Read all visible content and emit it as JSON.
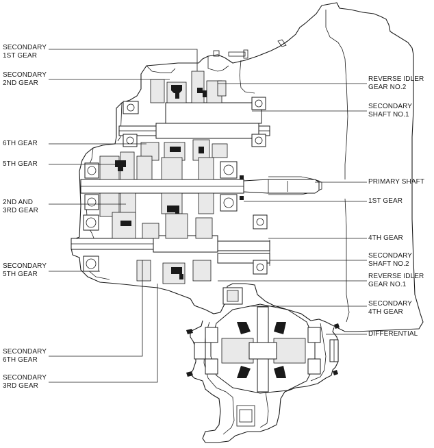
{
  "labels": {
    "secondary_1st_gear": [
      "SECONDARY",
      "1ST GEAR"
    ],
    "secondary_2nd_gear": [
      "SECONDARY",
      "2ND GEAR"
    ],
    "gear_6th": [
      "6TH GEAR"
    ],
    "gear_5th": [
      "5TH GEAR"
    ],
    "gear_2nd_3rd": [
      "2ND AND",
      "3RD GEAR"
    ],
    "secondary_5th_gear": [
      "SECONDARY",
      "5TH GEAR"
    ],
    "secondary_6th_gear": [
      "SECONDARY",
      "6TH GEAR"
    ],
    "secondary_3rd_gear": [
      "SECONDARY",
      "3RD GEAR"
    ],
    "reverse_idler_gear_no2": [
      "REVERSE IDLER",
      "GEAR NO.2"
    ],
    "secondary_shaft_no1": [
      "SECONDARY",
      "SHAFT NO.1"
    ],
    "primary_shaft": [
      "PRIMARY SHAFT"
    ],
    "gear_1st": [
      "1ST GEAR"
    ],
    "gear_4th": [
      "4TH GEAR"
    ],
    "secondary_shaft_no2": [
      "SECONDARY",
      "SHAFT NO.2"
    ],
    "reverse_idler_gear_no1": [
      "REVERSE IDLER",
      "GEAR NO.1"
    ],
    "secondary_4th_gear": [
      "SECONDARY",
      "4TH GEAR"
    ],
    "differential": [
      "DIFFERENTIAL"
    ]
  }
}
